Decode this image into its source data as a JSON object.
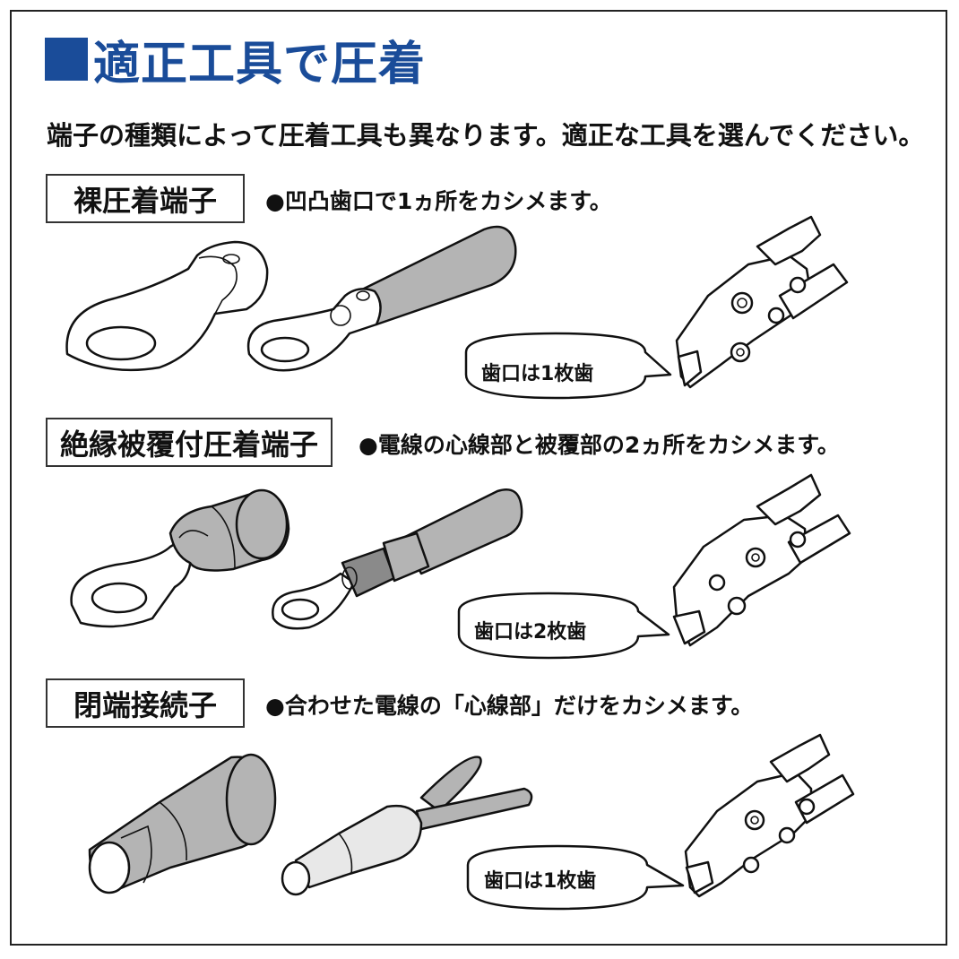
{
  "title": "適正工具で圧着",
  "intro": "端子の種類によって圧着工具も異なります。適正な工具を選んでください。",
  "sections": [
    {
      "label": "裸圧着端子",
      "desc": "●凹凸歯口で1ヵ所をカシメます。",
      "bubble": "歯口は1枚歯"
    },
    {
      "label": "絶縁被覆付圧着端子",
      "desc": "●電線の心線部と被覆部の2ヵ所をカシメます。",
      "bubble": "歯口は2枚歯"
    },
    {
      "label": "閉端接続子",
      "desc": "●合わせた電線の「心線部」だけをカシメます。",
      "bubble": "歯口は1枚歯"
    }
  ],
  "colors": {
    "accent": "#1a4c99",
    "fill": "#b4b4b4"
  }
}
